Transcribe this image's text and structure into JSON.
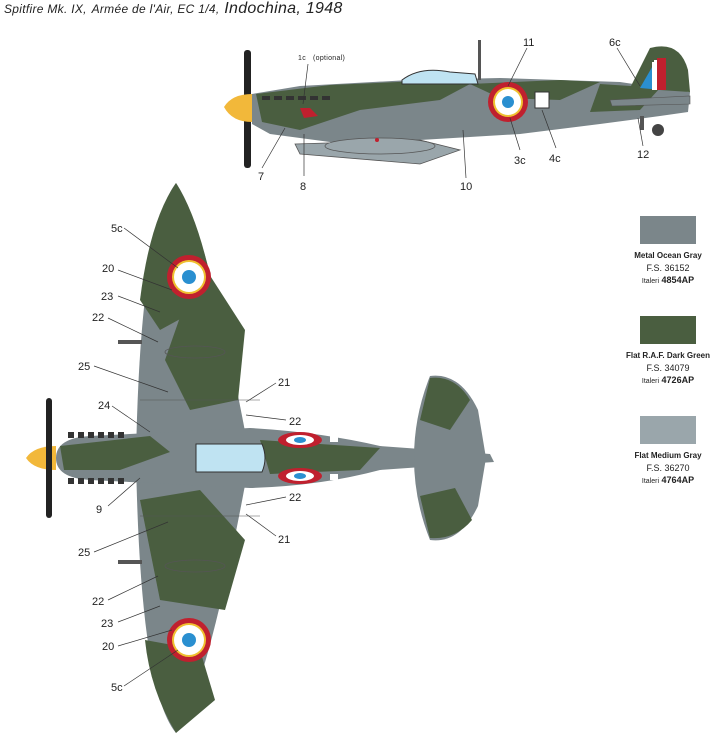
{
  "title": {
    "main": "Spitfire Mk. IX,",
    "unit": "Armée de l'Air, EC 1/4,",
    "place": "Indochina, 1948"
  },
  "colors": {
    "ocean_gray": "#7b868a",
    "dark_green": "#4a5e40",
    "medium_gray": "#9aa6ab",
    "roundel_red": "#c0202e",
    "roundel_blue": "#2a8fd0",
    "roundel_yellow": "#f0c030",
    "spinner_yellow": "#f2b83a"
  },
  "swatches": [
    {
      "name": "Metal Ocean Gray",
      "fs": "F.S. 36152",
      "brand": "Italeri",
      "code": "4854AP"
    },
    {
      "name": "Flat R.A.F. Dark Green",
      "fs": "F.S. 34079",
      "brand": "Italeri",
      "code": "4726AP"
    },
    {
      "name": "Flat Medium Gray",
      "fs": "F.S. 36270",
      "brand": "Italeri",
      "code": "4764AP"
    }
  ],
  "callouts_side": {
    "c1": "1c",
    "c1_note": "(optional)",
    "c7": "7",
    "c8": "8",
    "c10": "10",
    "c11": "11",
    "c3": "3c",
    "c4": "4c",
    "c6": "6c",
    "c12": "12"
  },
  "callouts_top": {
    "c5a": "5c",
    "c20a": "20",
    "c23a": "23",
    "c22a": "22",
    "c25a": "25",
    "c24": "24",
    "c21a": "21",
    "c22b": "22",
    "c9": "9",
    "c22c": "22",
    "c21b": "21",
    "c25b": "25",
    "c22d": "22",
    "c23b": "23",
    "c20b": "20",
    "c5b": "5c"
  }
}
